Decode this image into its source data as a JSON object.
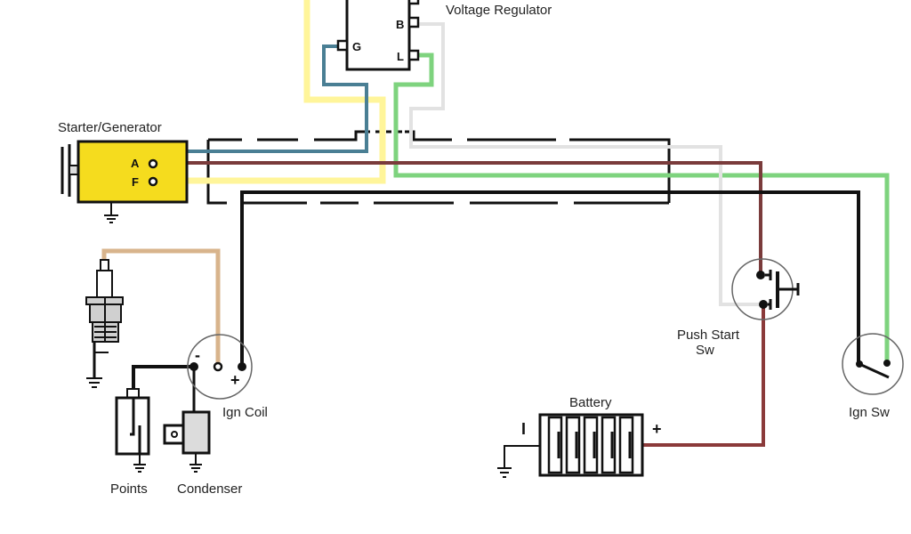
{
  "diagram": {
    "type": "wiring-diagram",
    "components": {
      "voltage_regulator": {
        "label": "Voltage Regulator",
        "terminals": [
          "B",
          "G",
          "L"
        ]
      },
      "starter_generator": {
        "label": "Starter/Generator",
        "terminals": [
          "A",
          "F"
        ]
      },
      "ignition_coil": {
        "label": "Ign Coil",
        "minus": "-",
        "plus": "+"
      },
      "points": {
        "label": "Points"
      },
      "condenser": {
        "label": "Condenser"
      },
      "push_start_switch": {
        "label_line1": "Push Start",
        "label_line2": "Sw"
      },
      "ignition_switch": {
        "label": "Ign Sw"
      },
      "battery": {
        "label": "Battery",
        "negative": "I",
        "positive": "+"
      }
    },
    "wire_colors": {
      "yellow": "#fff59a",
      "blue": "#4a7f94",
      "red_brown": "#7a3b3b",
      "green": "#7ed37e",
      "white": "#e2e2e2",
      "black": "#111111",
      "tan": "#d8b48c"
    },
    "component_colors": {
      "generator_fill": "#f5dc1e",
      "condenser_fill": "#dcdcdc",
      "spark_plug_fill": "#d0d0d0"
    }
  }
}
